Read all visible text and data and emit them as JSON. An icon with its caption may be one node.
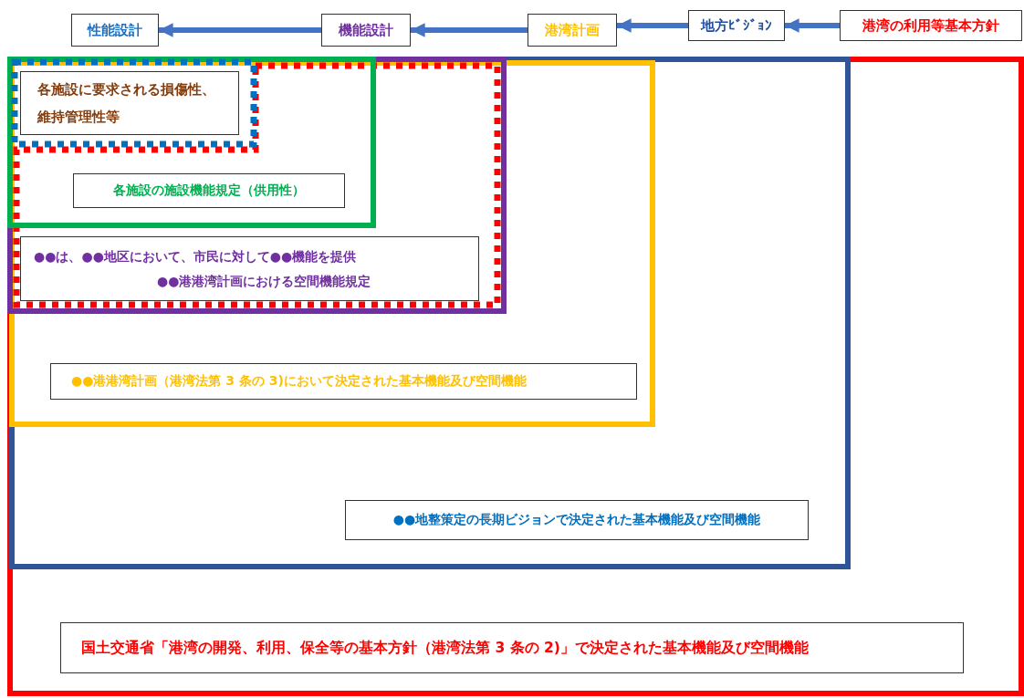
{
  "diagram": {
    "nodes": [
      {
        "text": [
          "性能設計"
        ]
      },
      {
        "text": [
          "機能設計"
        ]
      },
      {
        "text": [
          "港湾計画"
        ]
      },
      {
        "text": [
          "地方ﾋﾞｼﾞｮﾝ"
        ]
      },
      {
        "text": [
          "港湾の利用等基本方針"
        ]
      },
      {
        "text": [],
        "shape": "box"
      },
      {
        "text": [],
        "shape": "box",
        "in": 5
      },
      {
        "text": [],
        "shape": "box",
        "in": 6
      },
      {
        "text": [],
        "shape": "box",
        "in": 7
      },
      {
        "text": [],
        "shape": "box",
        "in": 8
      },
      {
        "text": [],
        "shape": "box",
        "in": 8
      },
      {
        "text": [],
        "shape": "box",
        "in": 10
      },
      {
        "text": [
          "各施設に要求される損傷性、維持管理性等"
        ],
        "in": 11
      },
      {
        "text": [
          "各施設の施設機能規定（供用性）"
        ],
        "in": 10
      },
      {
        "text": [
          "●●は、●●地区において、市民に対して●●機能を提供",
          "●●港港湾計画における空間機能規定"
        ],
        "in": 9
      },
      {
        "text": [
          "●●港港湾計画（港湾法第 3 条の 3)において決定された基本機能及び空間機能"
        ],
        "in": 7
      },
      {
        "text": [
          "●●地整策定の長期ビジョンで決定された基本機能及び空間機能"
        ],
        "in": 6
      },
      {
        "text": [
          "国土交通省「港湾の開発、利用、保全等の基本方針（港湾法第 3 条の 2)」で決定された基本機能及び空間機能"
        ],
        "in": 5
      }
    ],
    "edges": [
      {
        "from": 4,
        "to": 3,
        "arrow": "to"
      },
      {
        "from": 3,
        "to": 2,
        "arrow": "to"
      },
      {
        "from": 2,
        "to": 1,
        "arrow": "to"
      },
      {
        "from": 1,
        "to": 0,
        "arrow": "to"
      }
    ]
  }
}
